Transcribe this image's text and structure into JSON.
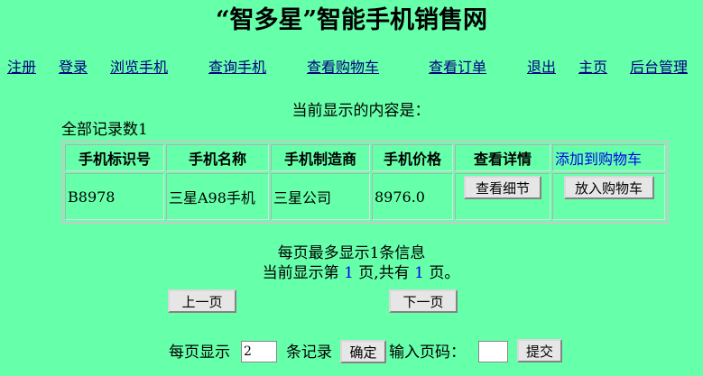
{
  "site_title": "“智多星”智能手机销售网",
  "nav": [
    {
      "label": "注册"
    },
    {
      "label": "登录"
    },
    {
      "label": "浏览手机"
    },
    {
      "label": "查询手机"
    },
    {
      "label": "查看购物车"
    },
    {
      "label": "查看订单"
    },
    {
      "label": "退出"
    },
    {
      "label": "主页"
    },
    {
      "label": "后台管理"
    }
  ],
  "notice": "当前显示的内容是：",
  "record_count": "全部记录数1",
  "table": {
    "headers": [
      "手机标识号",
      "手机名称",
      "手机制造商",
      "手机价格",
      "查看详情",
      "添加到购物车"
    ],
    "rows": [
      {
        "id": "B8978",
        "name": "三星A98手机",
        "maker": "三星公司",
        "price": "8976.0",
        "detail_button": "查看细节",
        "cart_button": "放入购物车"
      }
    ]
  },
  "pagination": {
    "per_page_text": "每页最多显示1条信息",
    "current_prefix": "当前显示第",
    "current_page": "1",
    "mid_text": "页,共有",
    "total_pages": "1",
    "suffix": "页。",
    "prev_label": "上一页",
    "next_label": "下一页"
  },
  "settings": {
    "per_page_label": "每页显示",
    "per_page_value": "2",
    "records_label": "条记录",
    "confirm_label": "确定",
    "page_input_label": "输入页码：",
    "page_input_value": "",
    "submit_label": "提交"
  },
  "colors": {
    "background": "#66ffaa",
    "link": "#000080",
    "highlight": "#0000ee"
  }
}
